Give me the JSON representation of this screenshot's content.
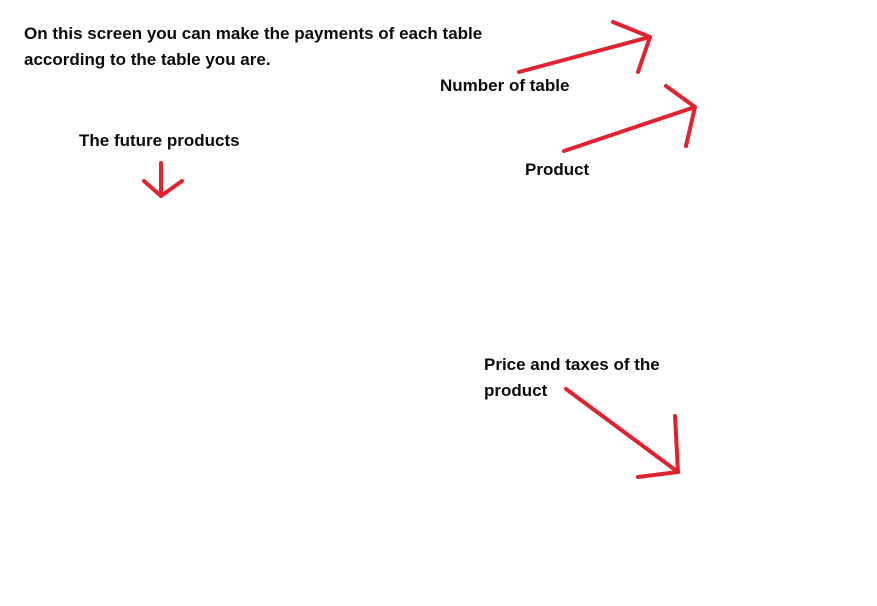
{
  "annotations": {
    "intro_line_1": "On this screen you can make the payments of each table",
    "intro_line_2": "according to the table you are.",
    "future_products": "The future products",
    "number_of_table": "Number of table",
    "product": "Product",
    "price_line_1": "Price and taxes of the",
    "price_line_2": "product"
  },
  "style": {
    "arrow_color": "#e0232f",
    "text_color": "#0b0b0b",
    "background": "#ffffff"
  },
  "arrows": [
    {
      "name": "future-products-arrow-icon",
      "direction": "down"
    },
    {
      "name": "number-of-table-arrow-icon",
      "direction": "up-right"
    },
    {
      "name": "product-arrow-icon",
      "direction": "up-right"
    },
    {
      "name": "price-arrow-icon",
      "direction": "down-right"
    }
  ]
}
